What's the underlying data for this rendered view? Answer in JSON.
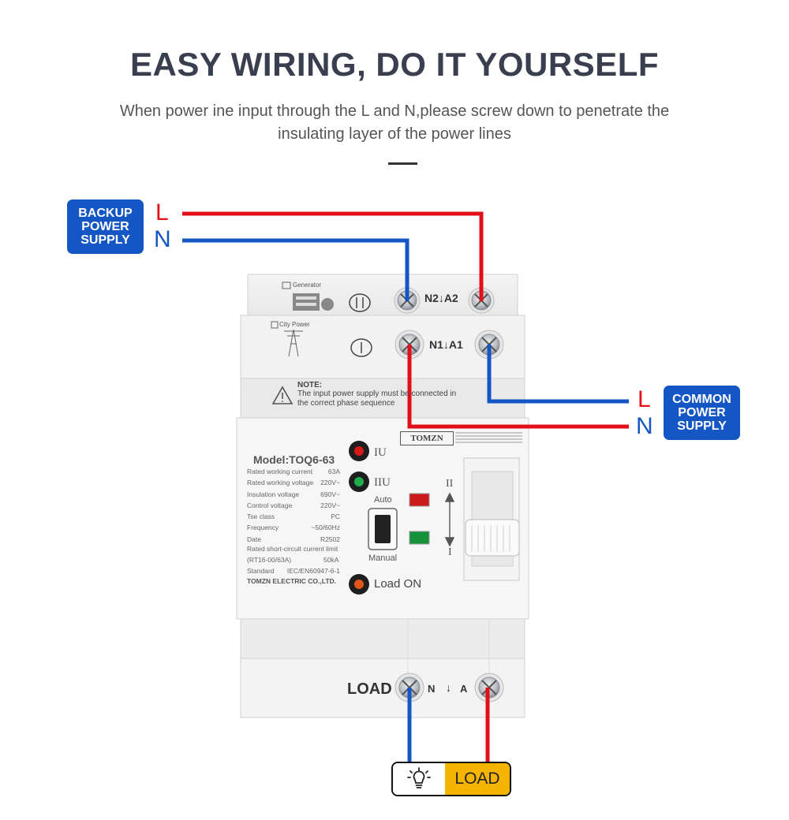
{
  "header": {
    "title": "EASY WIRING, DO IT YOURSELF",
    "subtitle": "When power ine input through the L and N,please screw down to penetrate the insulating layer of the power lines"
  },
  "colors": {
    "live": "#e0101a",
    "neutral": "#1456c4",
    "tag_bg": "#1456c4",
    "load_bg": "#f5b400"
  },
  "backup": {
    "label": "BACKUP POWER SUPPLY",
    "l": "L",
    "n": "N"
  },
  "common": {
    "label": "COMMON POWER SUPPLY",
    "l": "L",
    "n": "N"
  },
  "device": {
    "generator_label": "Generator",
    "city_power_label": "City Power",
    "terminal_top": "N2↓A2",
    "terminal_mid": "N1↓A1",
    "note_title": "NOTE:",
    "note_text": "The input power supply must be connected in the correct phase sequence",
    "brand": "TOMZN",
    "model": "Model:TOQ6-63",
    "specs": [
      {
        "k": "Rated working current",
        "v": "63A"
      },
      {
        "k": "Rated working voltage",
        "v": "220V~"
      },
      {
        "k": "Insulation voltage",
        "v": "690V~"
      },
      {
        "k": "Control voltage",
        "v": "220V~"
      },
      {
        "k": "Tse class",
        "v": "PC"
      },
      {
        "k": "Frequency",
        "v": "~50/60Hz"
      },
      {
        "k": "Date",
        "v": "R2502"
      }
    ],
    "rated_short": "Rated short-circuit current limit",
    "rt16": "(RT16-00/63A)",
    "rt16_value": "50kA",
    "standard_key": "Standard",
    "standard_value": "IEC/EN60947-6-1",
    "company": "TOMZN ELECTRIC CO.,LTD.",
    "iu": "IU",
    "iiu": "IIU",
    "auto": "Auto",
    "manual": "Manual",
    "load_on": "Load ON",
    "pos_ii": "II",
    "pos_i": "I",
    "load_label": "LOAD",
    "bottom_n": "N",
    "bottom_arrow": "↓",
    "bottom_a": "A"
  },
  "load": {
    "label": "LOAD",
    "icon": "light-bulb-icon"
  }
}
